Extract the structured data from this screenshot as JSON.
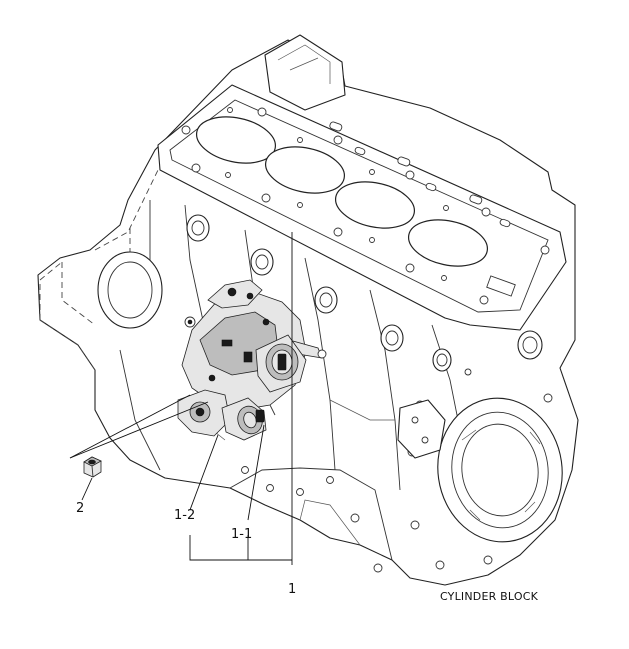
{
  "labels": {
    "part_1": "1",
    "part_1_1": "1-1",
    "part_1_2": "1-2",
    "part_2": "2"
  },
  "caption": "CYLINDER BLOCK"
}
